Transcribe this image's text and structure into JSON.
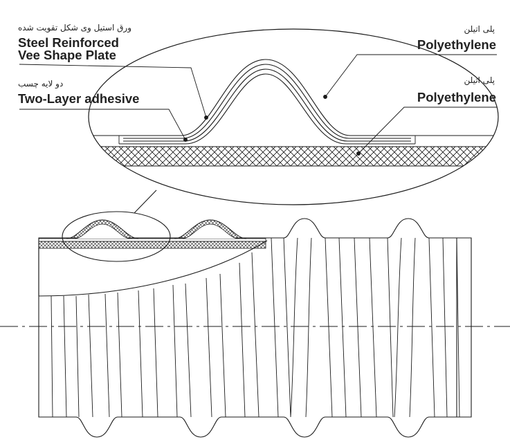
{
  "labels": {
    "steel_fa": "ورق استیل وی شکل تقویت شده",
    "steel_en_line1": "Steel Reinforced",
    "steel_en_line2": "Vee Shape Plate",
    "adhesive_fa": "دو لایه چسب",
    "adhesive_en": "Two-Layer adhesive",
    "pe_top_fa": "پلی اتیلن",
    "pe_top_en": "Polyethylene",
    "pe_bottom_fa": "پلی اتیلن",
    "pe_bottom_en": "Polyethylene"
  },
  "colors": {
    "line": "#1a1a1a",
    "text": "#222222",
    "background": "#ffffff"
  }
}
